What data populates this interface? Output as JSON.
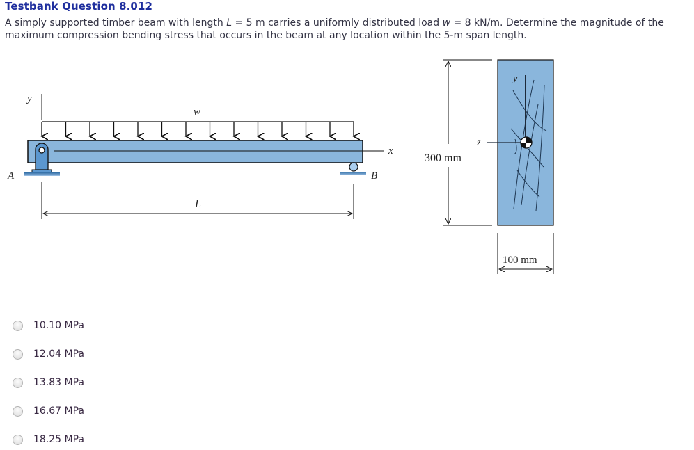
{
  "header": {
    "title": "Testbank Question 8.012"
  },
  "question": {
    "text_part1": "A simply supported timber beam with length ",
    "var_L": "L",
    "text_part2": " = 5 m carries a uniformly distributed load ",
    "var_w": "w",
    "text_part3": " = 8 kN/m. Determine the magnitude of the maximum compression bending stress that occurs in the beam at any location within the 5-m span length."
  },
  "figure": {
    "beam": {
      "label_y": "y",
      "label_w": "w",
      "label_x": "x",
      "label_A": "A",
      "label_B": "B",
      "label_L": "L",
      "load_arrow_count": 14,
      "beam_color": "#8ab6dc",
      "support_color": "#4a88c4"
    },
    "cross_section": {
      "label_y": "y",
      "label_z": "z",
      "height_label": "300 mm",
      "width_label": "100 mm",
      "fill_color": "#8ab6dc"
    }
  },
  "options": [
    {
      "label": "10.10 MPa",
      "selected": false
    },
    {
      "label": "12.04 MPa",
      "selected": false
    },
    {
      "label": "13.83 MPa",
      "selected": false
    },
    {
      "label": "16.67 MPa",
      "selected": false
    },
    {
      "label": "18.25 MPa",
      "selected": false
    }
  ]
}
